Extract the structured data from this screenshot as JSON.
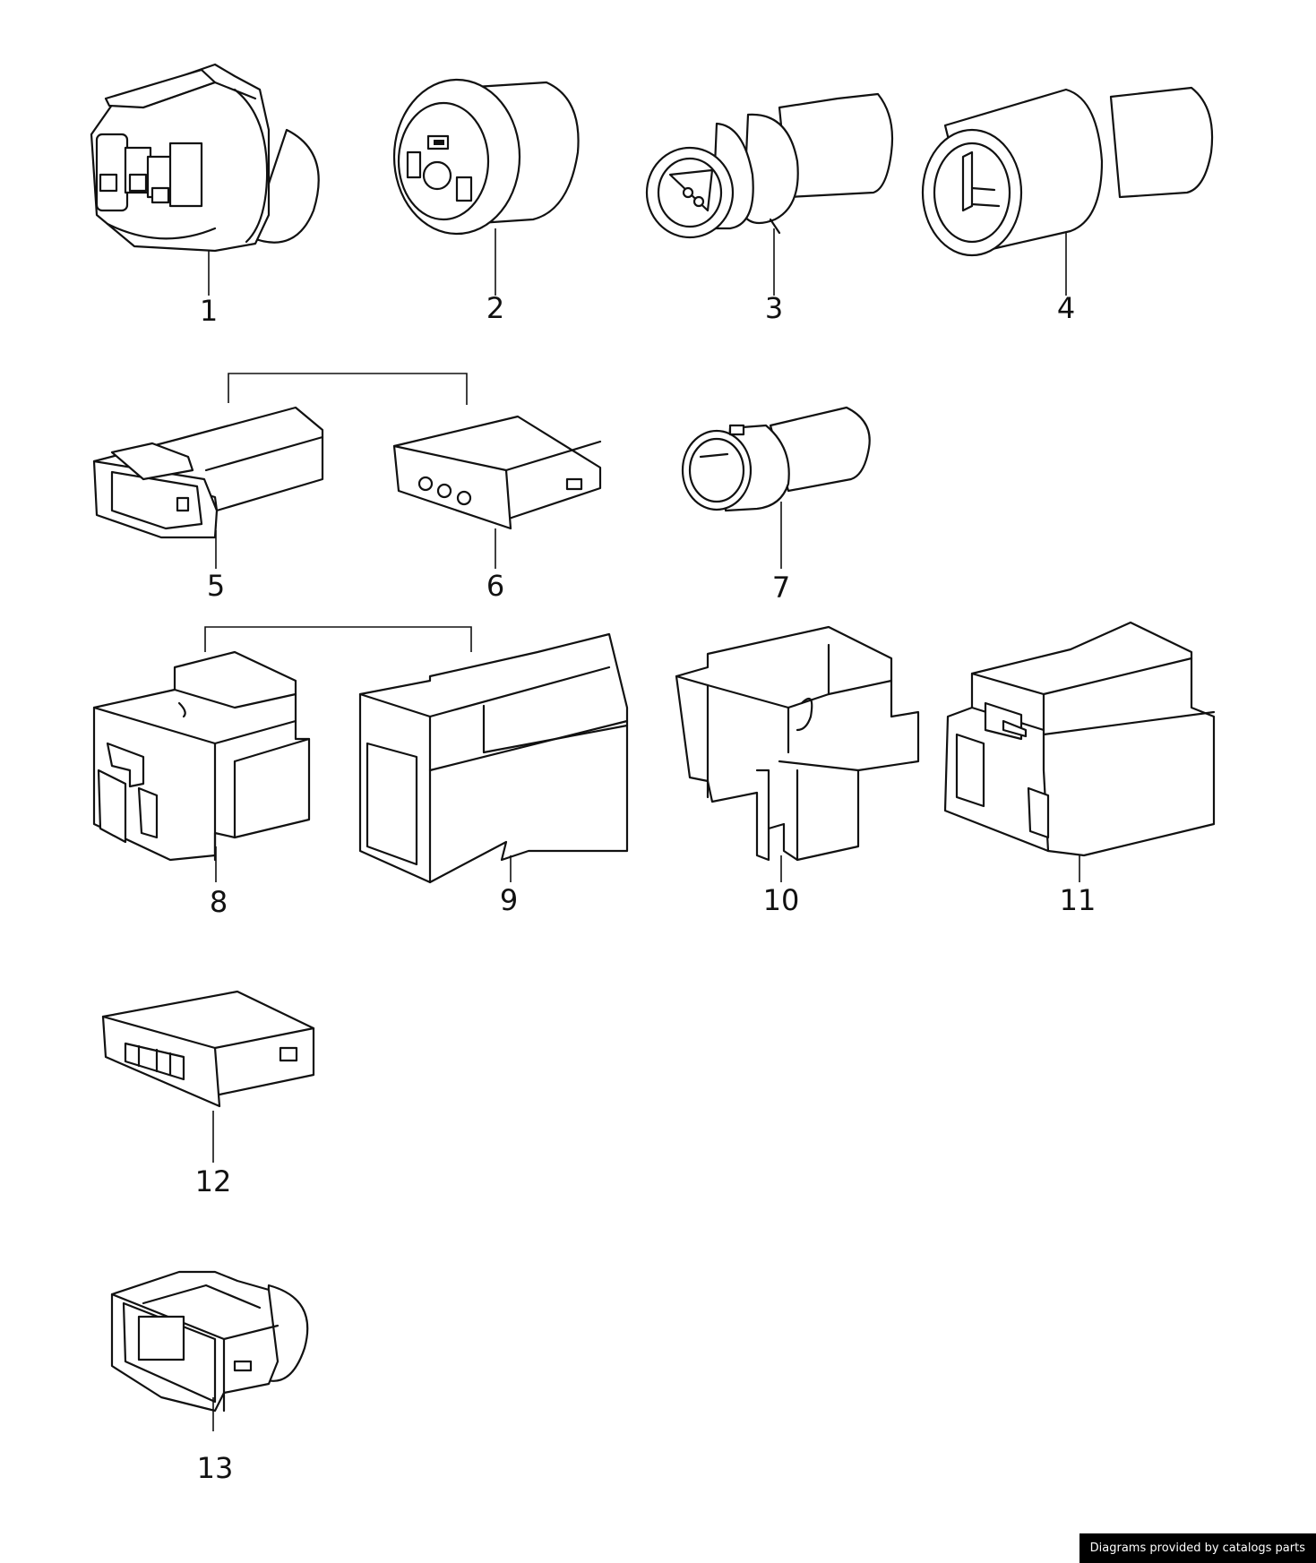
{
  "callouts": [
    {
      "label": "1"
    },
    {
      "label": "2"
    },
    {
      "label": "3"
    },
    {
      "label": "4"
    },
    {
      "label": "5"
    },
    {
      "label": "6"
    },
    {
      "label": "7"
    },
    {
      "label": "8"
    },
    {
      "label": "9"
    },
    {
      "label": "10"
    },
    {
      "label": "11"
    },
    {
      "label": "12"
    },
    {
      "label": "13"
    }
  ],
  "credit": "Diagrams provided by catalogs parts"
}
